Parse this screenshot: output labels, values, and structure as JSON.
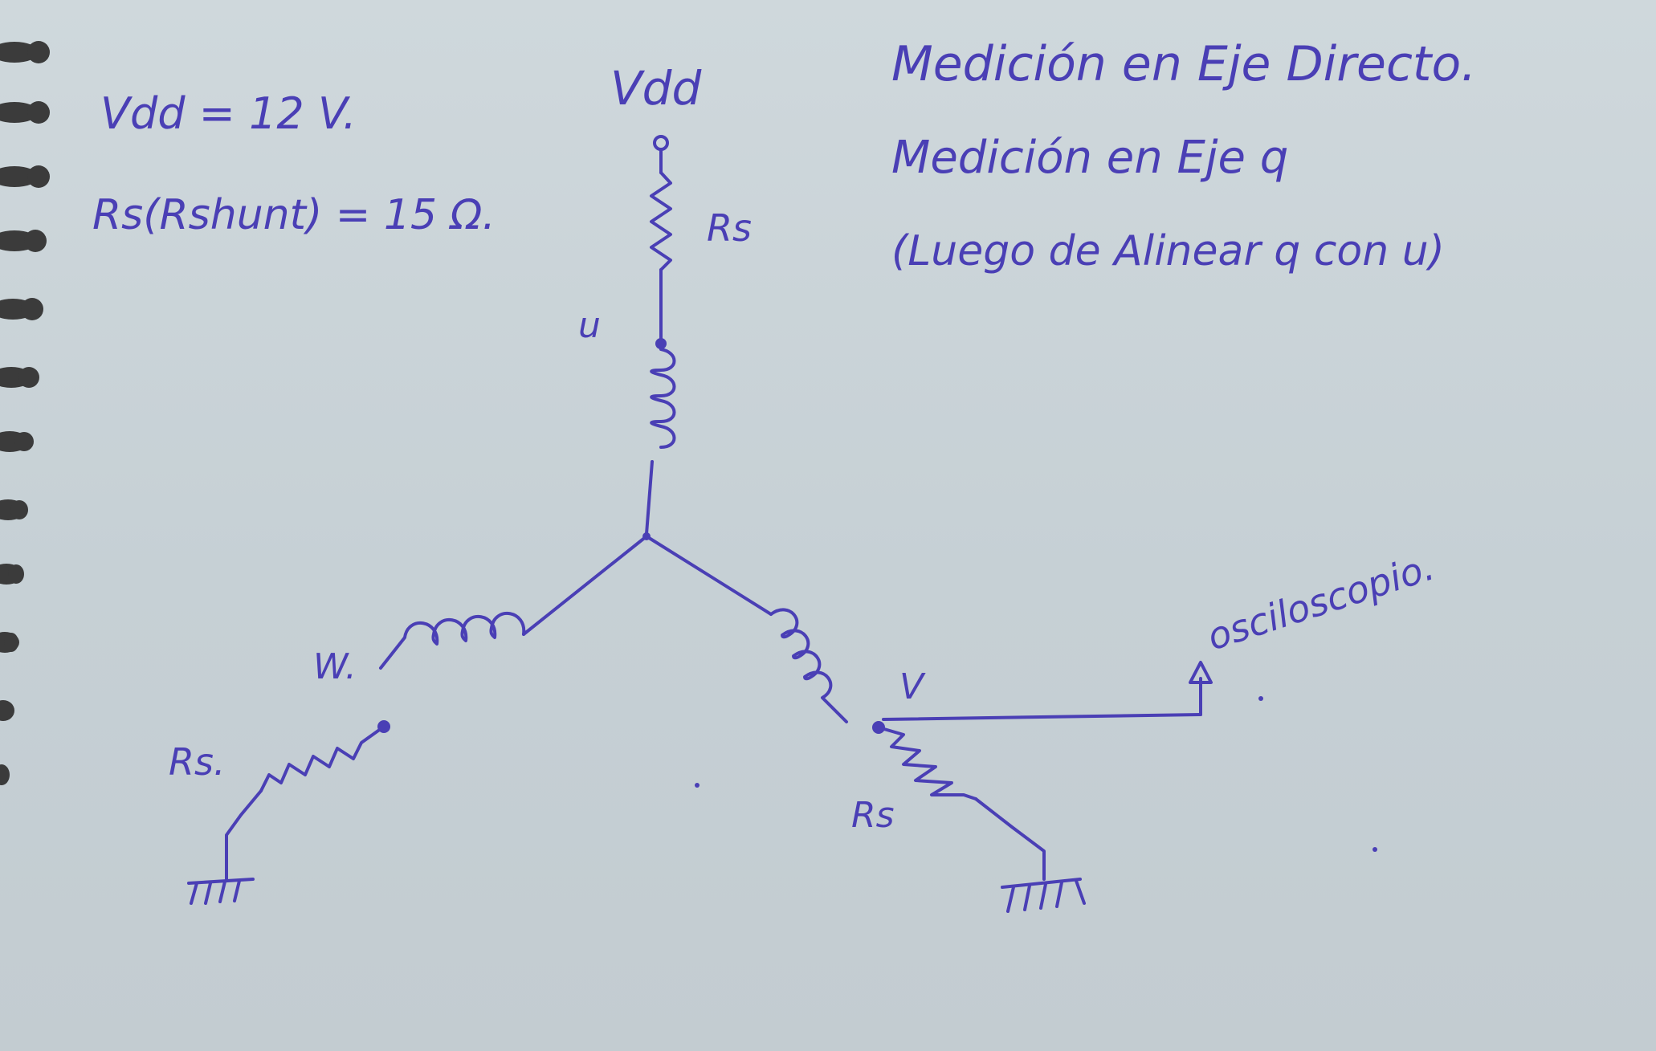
{
  "notes": {
    "vdd_value": "Vdd = 12 V.",
    "rs_value": "Rs(Rshunt) = 15 Ω.",
    "line1": "Medición en Eje Directo.",
    "line2": "Medición en Eje q",
    "line3": "(Luego de Alinear q con u)"
  },
  "circuit": {
    "vdd_label": "Vdd",
    "rs_top_label": "Rs",
    "u_label": "u",
    "w_label": "W.",
    "rs_left_label": "Rs.",
    "v_label": "V",
    "rs_right_label": "Rs",
    "scope_label": "osciloscopio."
  },
  "colors": {
    "ink": "#4a3fb5",
    "paper": "#cfd8dc"
  }
}
